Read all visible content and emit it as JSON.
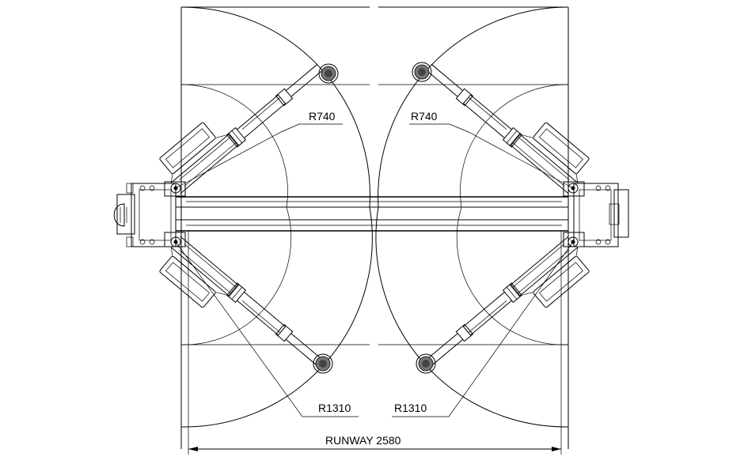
{
  "diagram": {
    "labels": {
      "radius_small_left": "R740",
      "radius_small_right": "R740",
      "radius_large_left": "R1310",
      "radius_large_right": "R1310",
      "runway": "RUNWAY 2580"
    }
  }
}
